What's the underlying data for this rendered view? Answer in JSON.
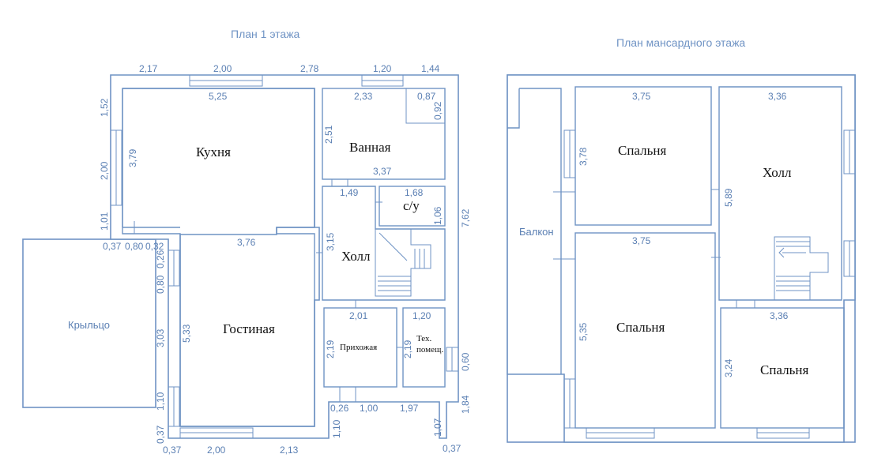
{
  "titles": {
    "floor1": "План 1 этажа",
    "attic": "План мансардного этажа"
  },
  "floor1": {
    "rooms": {
      "kitchen": "Кухня",
      "bath": "Ванная",
      "wc": "с/у",
      "hall": "Холл",
      "living": "Гостиная",
      "entry": "Прихожая",
      "tech1": "Тех.",
      "tech2": "помещ."
    },
    "porch": "Крыльцо",
    "dims": [
      "2,17",
      "2,00",
      "2,78",
      "1,20",
      "1,44",
      "5,25",
      "2,33",
      "0,87",
      "0,92",
      "1,52",
      "3,79",
      "2,00",
      "1,01",
      "2,51",
      "3,37",
      "1,49",
      "1,68",
      "1,06",
      "7,62",
      "3,15",
      "3,76",
      "0,37",
      "0,80",
      "0,32",
      "0,26",
      "0,80",
      "3,03",
      "5,33",
      "1,10",
      "0,37",
      "0,37",
      "2,00",
      "2,13",
      "2,01",
      "1,20",
      "2,19",
      "2,19",
      "0,60",
      "1,84",
      "0,26",
      "1,00",
      "1,97",
      "1,10",
      "1,07",
      "0,37"
    ]
  },
  "attic": {
    "rooms": {
      "bed1": "Спальня",
      "hall": "Холл",
      "bed2": "Спальня",
      "bed3": "Спальня"
    },
    "balcony": "Балкон",
    "dims": [
      "3,75",
      "3,36",
      "3,78",
      "5,89",
      "3,75",
      "5,35",
      "3,36",
      "3,24"
    ]
  }
}
